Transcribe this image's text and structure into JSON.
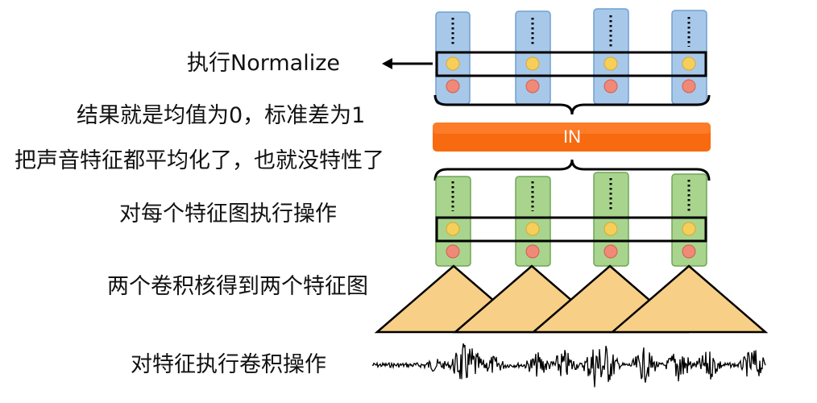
{
  "labels": {
    "normalize": "执行Normalize",
    "result": "结果就是均值为0，标准差为1",
    "averaged": "把声音特征都平均化了，也就没特性了",
    "per_feature_map": "对每个特征图执行操作",
    "two_kernels": "两个卷积核得到两个特征图",
    "conv_op": "对特征执行卷积操作"
  },
  "in_block": {
    "label": "IN",
    "color": "#f86a10"
  },
  "colors": {
    "top_column": "#a8c8ea",
    "top_column_border": "#6f9fd0",
    "bottom_column": "#a9d48e",
    "bottom_column_border": "#6fa556",
    "yellow_dot": "#f6cf5a",
    "red_dot": "#f08978",
    "triangle": "#f7cf86",
    "waveform": "#000000"
  },
  "icons": {
    "arrow": "left-arrow-icon",
    "brace": "curly-brace-icon"
  }
}
